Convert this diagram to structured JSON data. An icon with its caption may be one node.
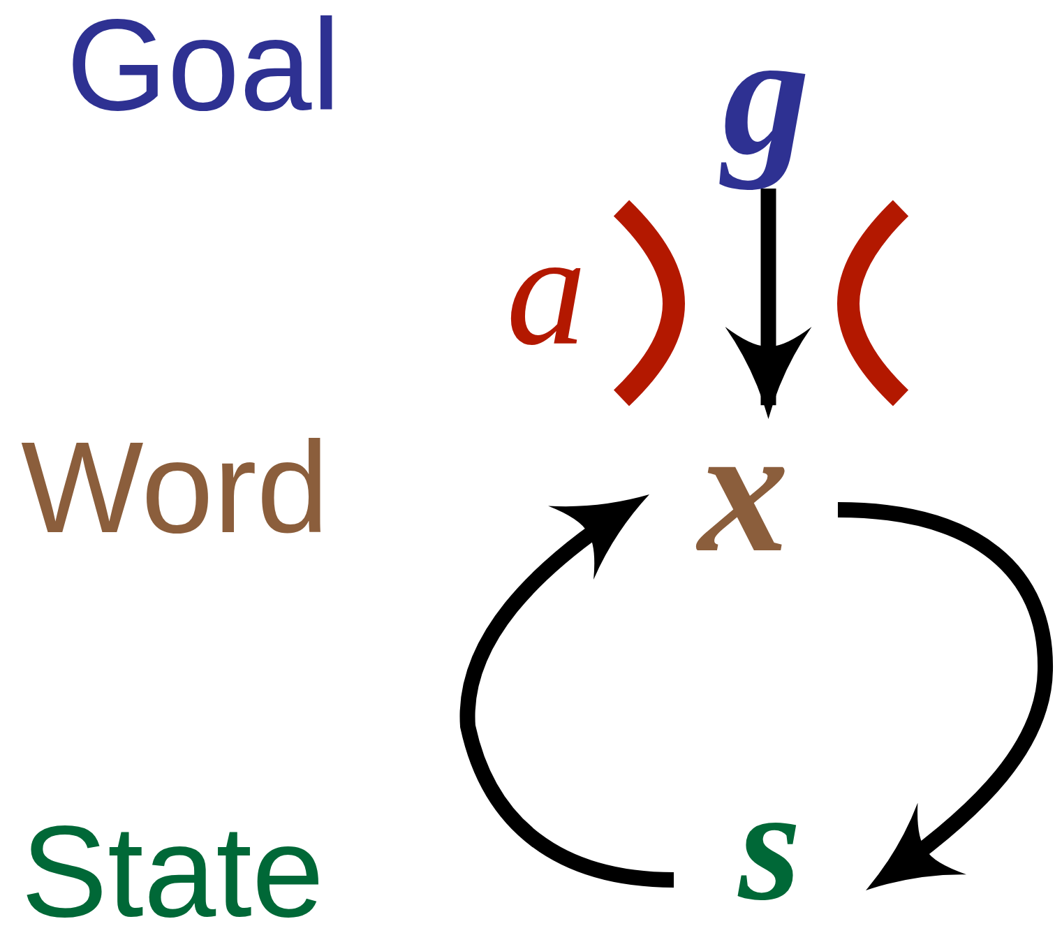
{
  "diagram": {
    "nodes": [
      {
        "text": [
          "g"
        ]
      },
      {
        "text": [
          "x"
        ]
      },
      {
        "text": [
          "s"
        ]
      }
    ],
    "edges": [
      {
        "from": 0,
        "to": 1,
        "arrow": "to"
      },
      {
        "from": 1,
        "to": 2,
        "arrow": "to"
      },
      {
        "from": 2,
        "to": 1,
        "arrow": "to"
      }
    ],
    "labels": [
      "Goal",
      "a",
      "Word",
      "State"
    ]
  }
}
